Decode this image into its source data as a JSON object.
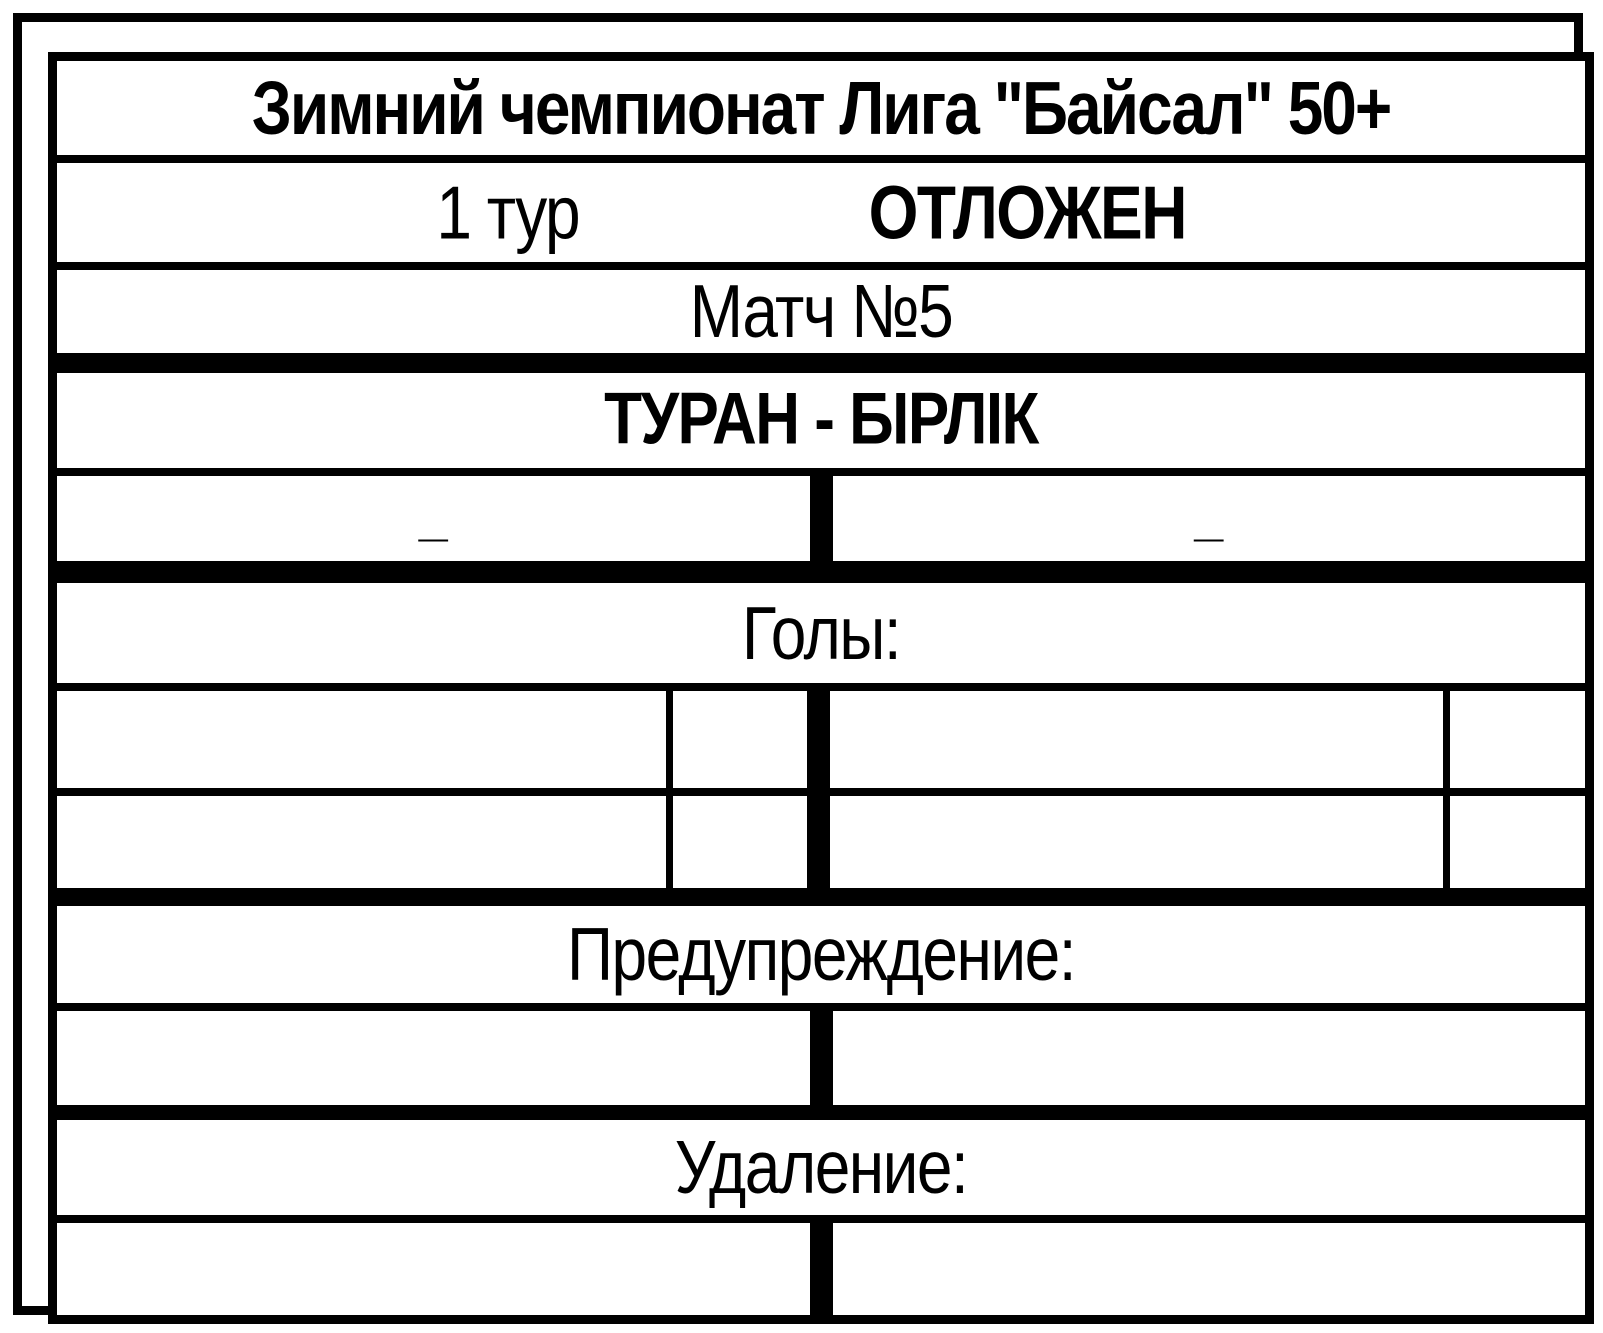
{
  "tournament": {
    "title": "Зимний чемпионат Лига \"Байсал\" 50+",
    "round": "1 тур",
    "status": "ОТЛОЖЕН",
    "match_number": "Матч №5"
  },
  "match": {
    "teams": "ТУРАН - БІРЛІК",
    "home_score_placeholder": "_",
    "away_score_placeholder": "_"
  },
  "sections": {
    "goals": "Голы:",
    "warnings": "Предупреждение:",
    "expulsions": "Удаление:"
  },
  "colors": {
    "line": "#000000",
    "background": "#ffffff"
  }
}
